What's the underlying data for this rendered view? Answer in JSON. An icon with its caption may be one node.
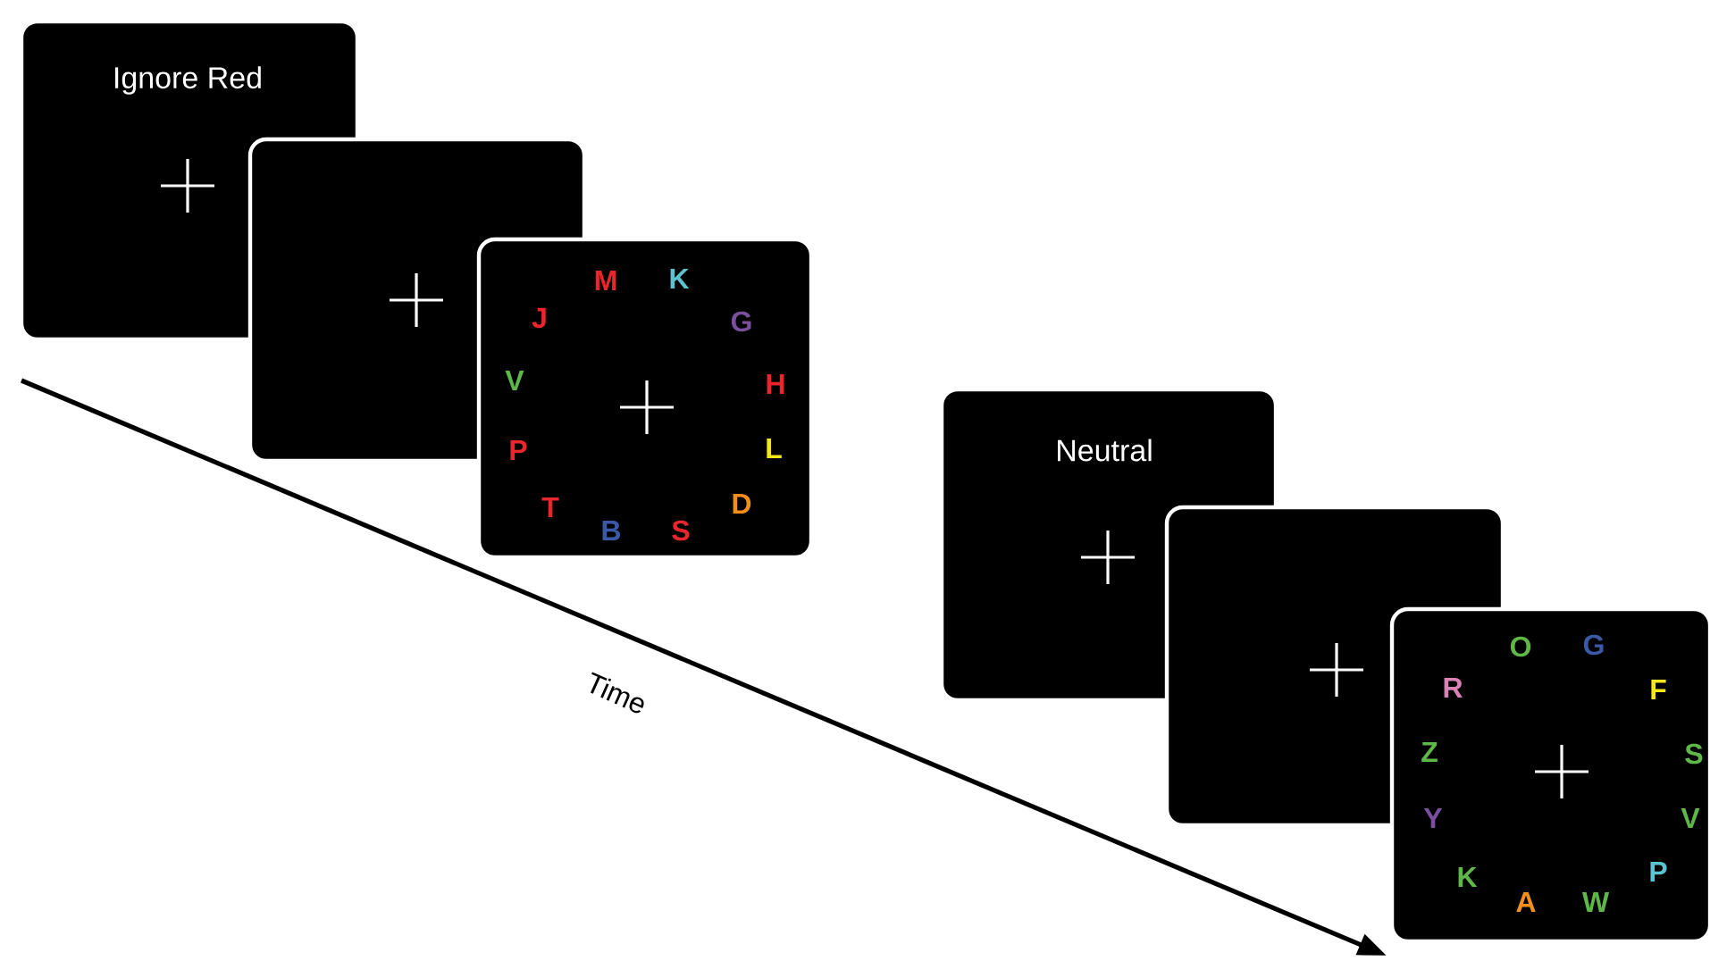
{
  "diagram": {
    "nodes": [
      {
        "text": [
          "Ignore Red"
        ]
      },
      {
        "text": [],
        "shape": "box"
      },
      {
        "text": [
          "M",
          "K",
          "G",
          "H",
          "L",
          "D",
          "S",
          "B",
          "T",
          "P",
          "V",
          "J"
        ]
      },
      {
        "text": [
          "Neutral"
        ]
      },
      {
        "text": [],
        "shape": "box"
      },
      {
        "text": [
          "O",
          "G",
          "F",
          "S",
          "V",
          "P",
          "W",
          "A",
          "K",
          "Y",
          "Z",
          "R"
        ]
      }
    ],
    "labels": [
      "Time"
    ]
  }
}
